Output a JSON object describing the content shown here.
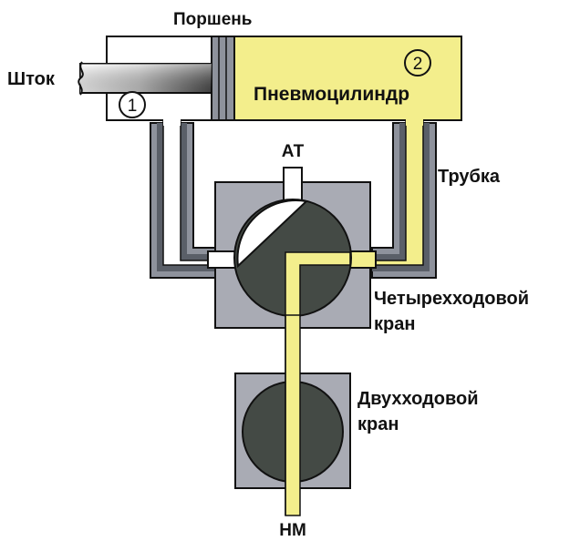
{
  "labels": {
    "piston": "Поршень",
    "rod": "Шток",
    "cylinder": "Пневмоцилиндр",
    "chamber_1": "1",
    "chamber_2": "2",
    "atmosphere": "АТ",
    "tube": "Трубка",
    "four_way_valve_line1": "Четырехходовой",
    "four_way_valve_line2": "кран",
    "two_way_valve_line1": "Двухходовой",
    "two_way_valve_line2": "кран",
    "pressure_line": "НМ"
  },
  "colors": {
    "pressure_air": "#f3ee8c",
    "exhaust_air": "#ffffff",
    "valve_body": "#a9abb4",
    "rotor": "#444a45",
    "tube_wall": "#8e929c",
    "tube_wall_dark": "#5a5f68",
    "outline": "#111111"
  }
}
